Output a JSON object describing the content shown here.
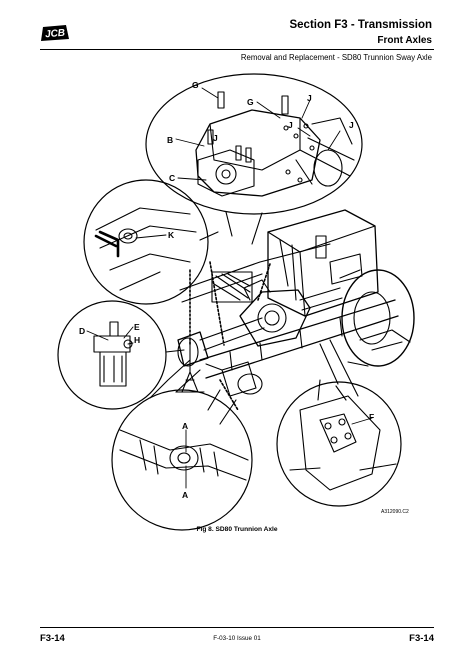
{
  "header": {
    "brand": "JCB",
    "section": "Section F3 - Transmission",
    "subsection": "Front Axles",
    "page_title": "Removal and Replacement - SD80 Trunnion Sway Axle"
  },
  "figure": {
    "reference_code": "A312090.C2",
    "caption": "Fig 8. SD80 Trunnion Axle",
    "callouts": [
      "G",
      "G",
      "J",
      "J",
      "J",
      "J",
      "B",
      "C",
      "K",
      "D",
      "E",
      "H",
      "F",
      "A",
      "A"
    ]
  },
  "footer": {
    "page_left": "F3-14",
    "issue": "F-03-10 Issue 01",
    "page_right": "F3-14"
  }
}
